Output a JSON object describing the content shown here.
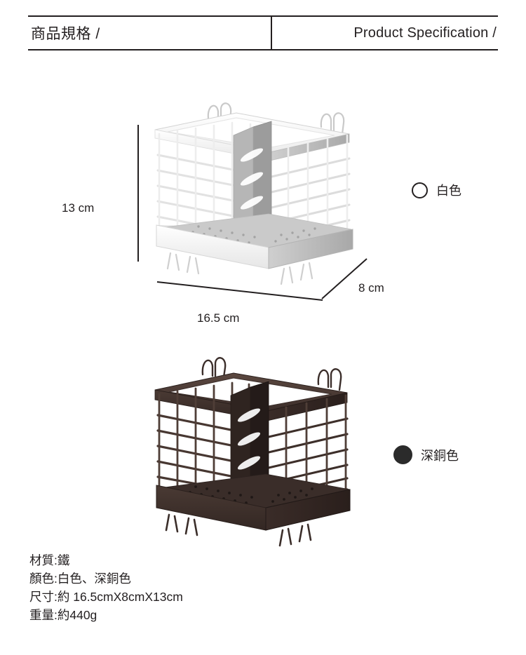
{
  "header": {
    "title_cn": "商品規格 /",
    "title_en": "Product Specification /"
  },
  "dimensions": {
    "height_label": "13 cm",
    "width_label": "16.5 cm",
    "depth_label": "8 cm"
  },
  "colors": [
    {
      "key": "white",
      "label": "白色",
      "swatch_hex": "#ffffff",
      "outline_hex": "#231f20",
      "filled": false
    },
    {
      "key": "dark-copper",
      "label": "深銅色",
      "swatch_hex": "#2b2b2b",
      "outline_hex": "#2b2b2b",
      "filled": true
    }
  ],
  "product_images": [
    {
      "key": "white",
      "alt": "白色 鐵製筷子架 立體圖",
      "body_hex": "#ffffff",
      "wire_hex": "#d8d8d8",
      "shade_hex": "#b9b9b9",
      "divider_hex": "#9b9b9b"
    },
    {
      "key": "dark-copper",
      "alt": "深銅色 鐵製筷子架 立體圖",
      "body_hex": "#3b2e2b",
      "wire_hex": "#4a3a35",
      "shade_hex": "#2a1f1d",
      "divider_hex": "#241b19"
    }
  ],
  "spec_list": [
    "材質:鐵",
    "顏色:白色、深銅色",
    "尺寸:約 16.5cmX8cmX13cm",
    "重量:約440g"
  ]
}
